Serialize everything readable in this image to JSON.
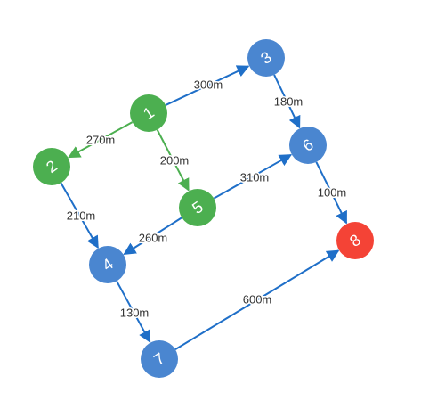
{
  "colors": {
    "green": "#4caf50",
    "blue": "#4a86d0",
    "red": "#f44336",
    "edge_green": "#4caf50",
    "edge_blue": "#1f6fc8"
  },
  "nodes": [
    {
      "id": "1",
      "label": "1",
      "color": "green"
    },
    {
      "id": "2",
      "label": "2",
      "color": "green"
    },
    {
      "id": "3",
      "label": "3",
      "color": "blue"
    },
    {
      "id": "4",
      "label": "4",
      "color": "blue"
    },
    {
      "id": "5",
      "label": "5",
      "color": "green"
    },
    {
      "id": "6",
      "label": "6",
      "color": "blue"
    },
    {
      "id": "7",
      "label": "7",
      "color": "blue"
    },
    {
      "id": "8",
      "label": "8",
      "color": "red"
    }
  ],
  "edges": [
    {
      "from": "1",
      "to": "3",
      "label": "300m",
      "color": "edge_blue"
    },
    {
      "from": "1",
      "to": "2",
      "label": "270m",
      "color": "edge_green"
    },
    {
      "from": "1",
      "to": "5",
      "label": "200m",
      "color": "edge_green"
    },
    {
      "from": "3",
      "to": "6",
      "label": "180m",
      "color": "edge_blue"
    },
    {
      "from": "2",
      "to": "4",
      "label": "210m",
      "color": "edge_blue"
    },
    {
      "from": "5",
      "to": "6",
      "label": "310m",
      "color": "edge_blue"
    },
    {
      "from": "5",
      "to": "4",
      "label": "260m",
      "color": "edge_blue"
    },
    {
      "from": "6",
      "to": "8",
      "label": "100m",
      "color": "edge_blue"
    },
    {
      "from": "4",
      "to": "7",
      "label": "130m",
      "color": "edge_blue"
    },
    {
      "from": "7",
      "to": "8",
      "label": "600m",
      "color": "edge_blue"
    }
  ]
}
